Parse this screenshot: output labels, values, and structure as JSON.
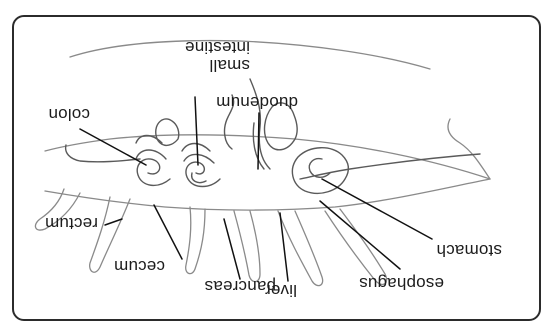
{
  "labels": {
    "small_intestine_line1": "small",
    "small_intestine_line2": "intestine",
    "duodenum": "duodenum",
    "colon": "colon",
    "rectum": "rectum",
    "cecum": "cecum",
    "pancreas": "pancreas",
    "liver": "liver",
    "esophagus": "esophagus",
    "stomach": "stomach"
  },
  "colors": {
    "outline": "#2b2b2b",
    "drawing": "#8a8a8a",
    "leader": "#111111"
  }
}
